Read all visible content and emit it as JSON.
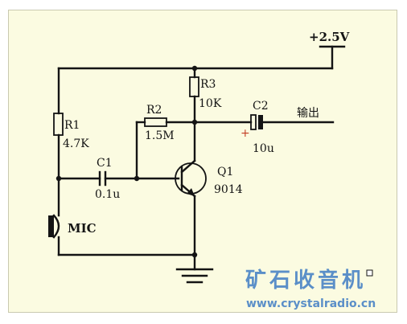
{
  "supply": {
    "label": "+2.5V"
  },
  "output": {
    "label": "输出"
  },
  "components": {
    "r1": {
      "ref": "R1",
      "value": "4.7K"
    },
    "r2": {
      "ref": "R2",
      "value": "1.5M"
    },
    "r3": {
      "ref": "R3",
      "value": "10K"
    },
    "c1": {
      "ref": "C1",
      "value": "0.1u"
    },
    "c2": {
      "ref": "C2",
      "value": "10u",
      "polarity": "+"
    },
    "q1": {
      "ref": "Q1",
      "value": "9014"
    },
    "mic": {
      "label": "MIC"
    }
  },
  "watermark": {
    "chinese": "矿石收音机",
    "url": "www.crystalradio.cn"
  },
  "colors": {
    "background": "#fbfbe1",
    "ink": "#141414",
    "watermark": "#5b8fc8"
  }
}
